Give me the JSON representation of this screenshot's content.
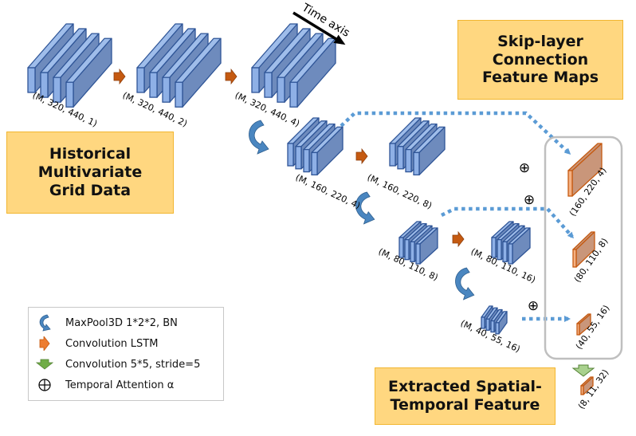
{
  "title_boxes": {
    "historical": [
      "Historical",
      "Multivariate",
      "Grid Data"
    ],
    "skip_layer": [
      "Skip-layer",
      "Connection",
      "Feature Maps"
    ],
    "extracted": [
      "Extracted Spatial-",
      "Temporal Feature"
    ]
  },
  "time_axis_label": "Time axis",
  "encoder_blocks": [
    {
      "id": "input",
      "label": "(M, 320, 440, 1)",
      "slices": 4
    },
    {
      "id": "convlstm-1",
      "label": "(M, 320, 440, 2)",
      "slices": 4
    },
    {
      "id": "convlstm-2",
      "label": "(M, 320, 440, 4)",
      "slices": 4
    },
    {
      "id": "pool-1",
      "label": "(M, 160, 220, 4)",
      "slices": 4
    },
    {
      "id": "convlstm-3",
      "label": "(M, 160, 220, 8)",
      "slices": 4
    },
    {
      "id": "pool-2",
      "label": "(M, 80, 110, 8)",
      "slices": 4
    },
    {
      "id": "convlstm-4",
      "label": "(M, 80, 110, 16)",
      "slices": 4
    },
    {
      "id": "pool-3",
      "label": "(M, 40, 55, 16)",
      "slices": 4
    }
  ],
  "skip_feature_maps": [
    {
      "id": "skip-1",
      "label": "(160, 220, 4)"
    },
    {
      "id": "skip-2",
      "label": "(80, 110, 8)"
    },
    {
      "id": "skip-3",
      "label": "(40, 55, 16)"
    }
  ],
  "output_feature": {
    "id": "output",
    "label": "(8, 11, 32)"
  },
  "attention_symbol": "⊕",
  "legend": [
    {
      "icon": "maxpool-curved-arrow-icon",
      "label": "MaxPool3D 1*2*2, BN"
    },
    {
      "icon": "convlstm-orange-arrow-icon",
      "label": "Convolution LSTM"
    },
    {
      "icon": "conv-green-down-arrow-icon",
      "label": "Convolution 5*5, stride=5"
    },
    {
      "icon": "temporal-attention-icon",
      "label": "Temporal Attention α"
    }
  ],
  "colors": {
    "slab_front": "#8eb0e6",
    "slab_top": "#9fbdea",
    "slab_side": "#6e8bbd",
    "slab_stroke": "#2f5597",
    "feature_front": "#f4b183",
    "feature_side": "#c9967a",
    "feature_stroke": "#c55a11",
    "convlstm_arrow": "#c55a11",
    "maxpool_arrow": "#4a86c0",
    "skip_dots": "#5b9bd5",
    "conv_arrow_fill": "#a9d18e",
    "conv_arrow_stroke": "#548235",
    "box_fill": "#ffd780",
    "box_border": "#f2b630",
    "container_border": "#bfbfbf"
  }
}
